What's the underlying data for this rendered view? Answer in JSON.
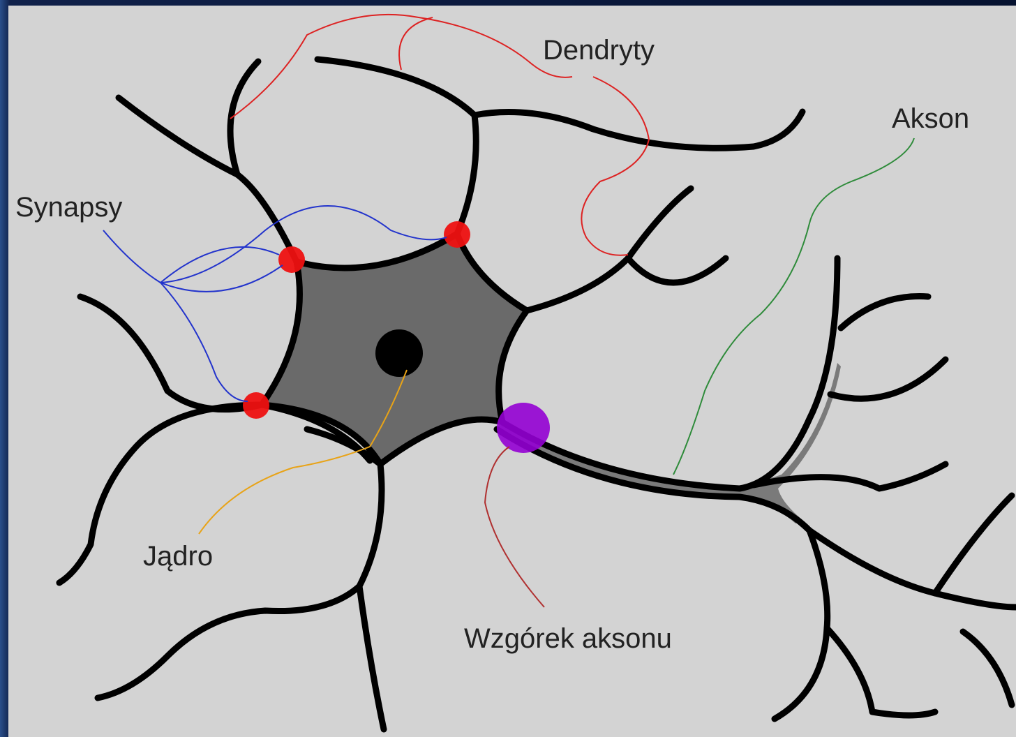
{
  "labels": {
    "dendrites": "Dendryty",
    "axon": "Akson",
    "synapses": "Synapsy",
    "nucleus": "Jądro",
    "axon_hillock": "Wzgórek aksonu"
  },
  "colors": {
    "panel": "#d3d3d3",
    "frame": "#0b1b3a",
    "soma": "#6a6a6a",
    "outline": "#000000",
    "synapse_marker": "#ee1111",
    "hillock_marker": "#9400d3",
    "dendrites_pointer": "#dd2222",
    "axon_pointer": "#2e8b3a",
    "synapses_pointer": "#2233cc",
    "nucleus_pointer": "#e8a317",
    "hillock_pointer": "#b03030"
  }
}
